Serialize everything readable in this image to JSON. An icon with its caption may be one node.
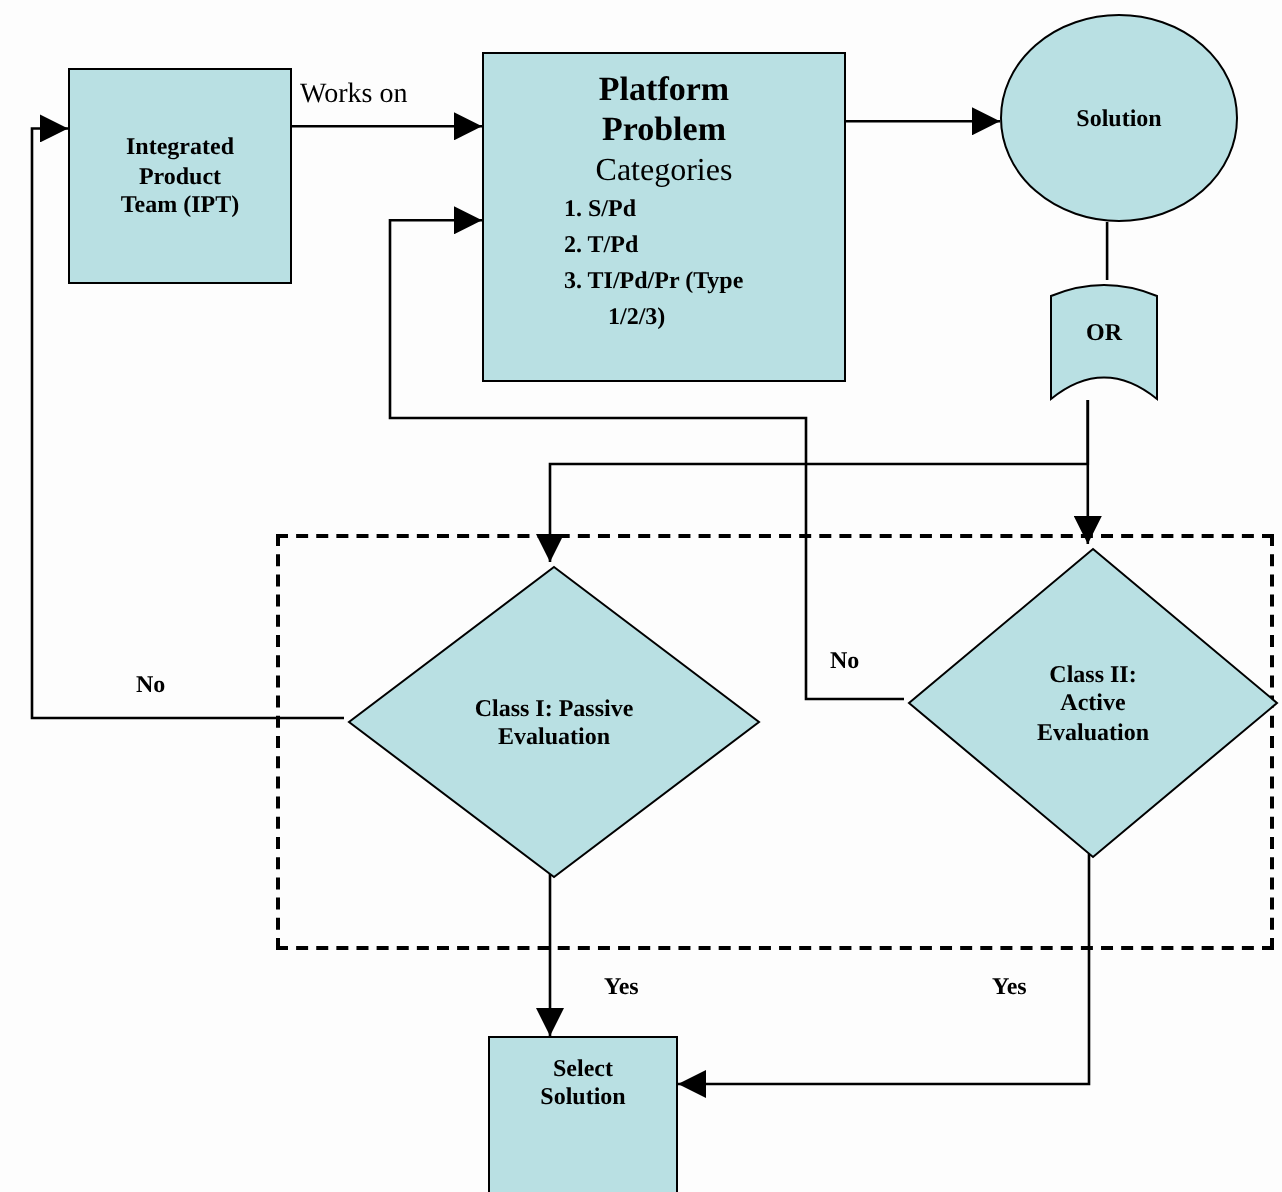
{
  "diagram": {
    "nodes": [
      {
        "text": [
          "Integrated Product Team (IPT)"
        ]
      },
      {
        "text": [
          "Platform Problem",
          "Categories",
          "1. S/Pd",
          "2. T/Pd",
          "3. TI/Pd/Pr (Type 1/2/3)"
        ]
      },
      {
        "text": [
          "Solution"
        ]
      },
      {
        "text": [
          "OR"
        ]
      },
      {
        "text": [],
        "shape": "box"
      },
      {
        "text": [
          "Class I: Passive Evaluation"
        ],
        "in": 4
      },
      {
        "text": [
          "Class II: Active Evaluation"
        ],
        "in": 4
      },
      {
        "text": [
          "Select Solution"
        ]
      }
    ],
    "edges": [
      {
        "from": 0,
        "to": 1,
        "arrow": "to",
        "label": "Works on"
      },
      {
        "from": 1,
        "to": 2,
        "arrow": "to"
      },
      {
        "from": 2,
        "to": 3,
        "arrow": "none"
      },
      {
        "from": 3,
        "to": 5,
        "arrow": "to"
      },
      {
        "from": 3,
        "to": 6,
        "arrow": "to"
      },
      {
        "from": 6,
        "to": 1,
        "arrow": "to",
        "label": "No"
      },
      {
        "from": 5,
        "to": 0,
        "arrow": "to",
        "label": "No"
      },
      {
        "from": 5,
        "to": 7,
        "arrow": "to",
        "label": "Yes"
      },
      {
        "from": 6,
        "to": 7,
        "arrow": "to",
        "label": "Yes"
      }
    ]
  }
}
